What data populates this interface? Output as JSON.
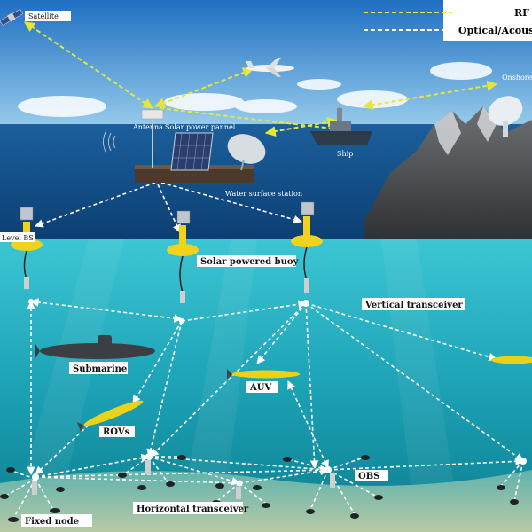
{
  "legend": {
    "rf_label": "RF",
    "optical_label": "Optical/Acoustic",
    "rf_color": "#e6e63a",
    "optical_color": "#ffffff"
  },
  "labels": {
    "satellite": "Satellite",
    "antenna": "Antenna",
    "solar_panel": "Solar power pannel",
    "water_station": "Water surface station",
    "ship": "Ship",
    "onshore": "Onshore",
    "level_bs": "Level BS",
    "solar_buoy": "Solar powered buoy",
    "vertical_transceiver": "Vertical transceiver",
    "submarine": "Submarine",
    "auv": "AUV",
    "rovs": "ROVs",
    "obs": "OBS",
    "horizontal_transceiver": "Horizontal transceiver",
    "fixed_node": "Fixed node"
  },
  "colors": {
    "sky_top": "#1f6fc2",
    "sky_bottom": "#9cd0ee",
    "sea_surface": "#0f4f8a",
    "water_top": "#2db7c9",
    "water_bottom": "#0d7f93",
    "rf_link": "#e6e63a",
    "acoustic_link": "#ffffff",
    "label_bg": "#ffffff",
    "vehicle_yellow": "#e8d21a",
    "buoy_yellow": "#f2d21c"
  }
}
